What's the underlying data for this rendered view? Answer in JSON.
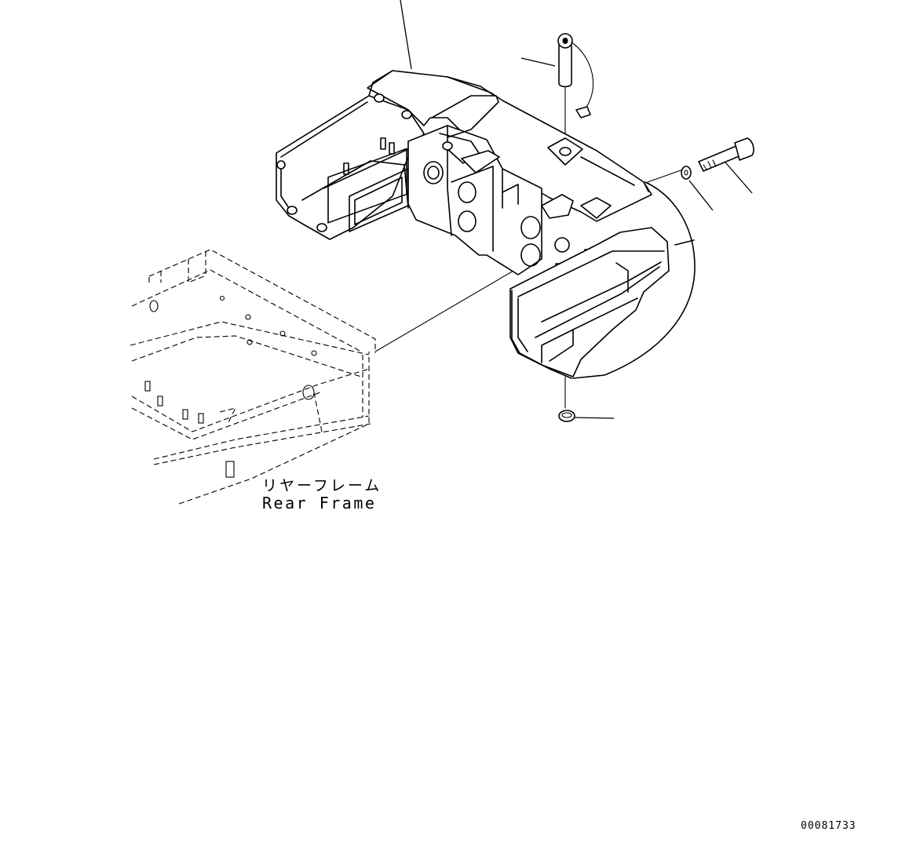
{
  "rear_frame_label": {
    "japanese": "リヤーフレーム",
    "english": "Rear Frame"
  },
  "figure_number": "00081733",
  "icons": [
    "counterweight",
    "rear-frame",
    "pin",
    "bolt",
    "washer",
    "lock-pin"
  ]
}
